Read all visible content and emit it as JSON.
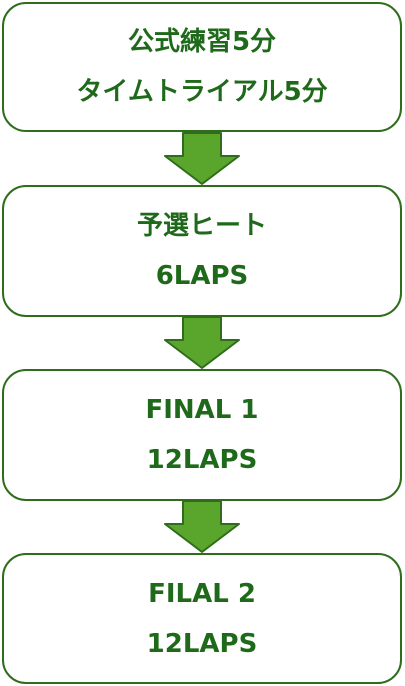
{
  "stages": [
    {
      "line1": "公式練習5分",
      "line2": "タイムトライアル5分"
    },
    {
      "line1": "予選ヒート",
      "line2": "6LAPS"
    },
    {
      "line1": "FINAL 1",
      "line2": "12LAPS"
    },
    {
      "line1": "FILAL 2",
      "line2": "12LAPS"
    }
  ],
  "colors": {
    "box_border": "#2f6d1c",
    "text": "#1f6a1a",
    "arrow_fill": "#5aa62c",
    "arrow_stroke": "#2f6d1c"
  }
}
